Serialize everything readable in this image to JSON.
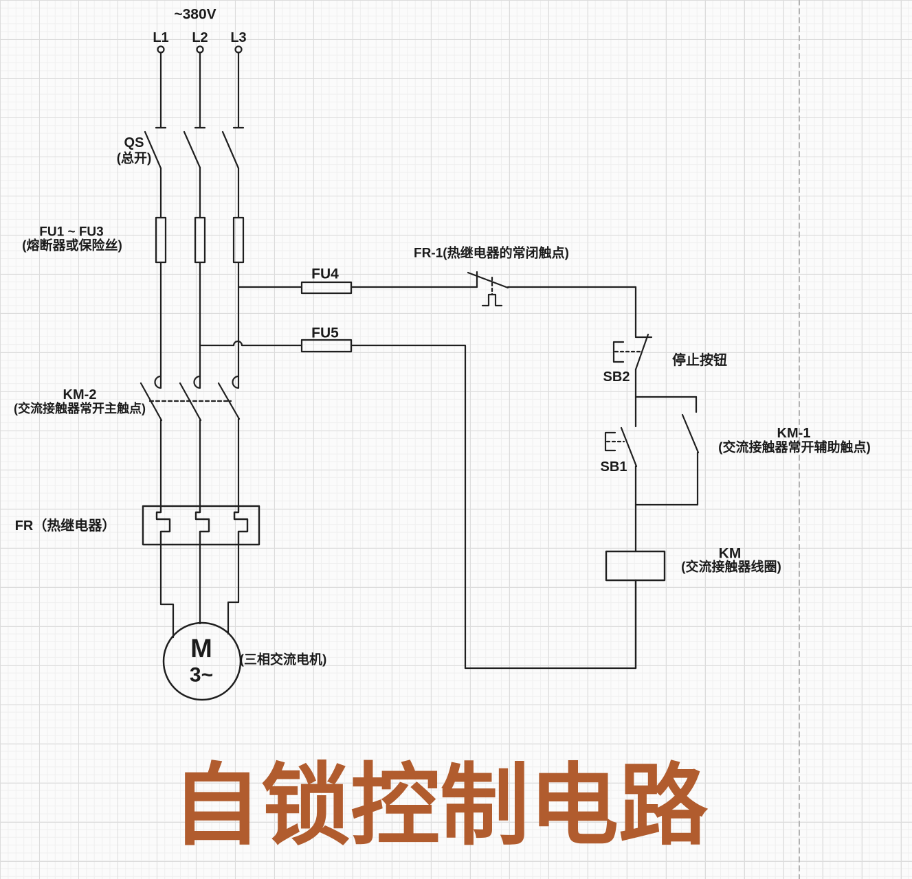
{
  "title": "自锁控制电路",
  "power": {
    "voltage": "~380V",
    "phases": [
      "L1",
      "L2",
      "L3"
    ]
  },
  "components": {
    "qs": {
      "label": "QS",
      "desc": "(总开)"
    },
    "fu_main": {
      "label": "FU1 ~ FU3",
      "desc": "(熔断器或保险丝)"
    },
    "fu4": {
      "label": "FU4"
    },
    "fu5": {
      "label": "FU5"
    },
    "fr1": {
      "label": "FR-1(热继电器的常闭触点)"
    },
    "km2": {
      "label": "KM-2",
      "desc": "(交流接触器常开主触点)"
    },
    "fr": {
      "label": "FR（热继电器）"
    },
    "sb2": {
      "label": "SB2",
      "desc": "停止按钮"
    },
    "sb1": {
      "label": "SB1"
    },
    "km1": {
      "label": "KM-1",
      "desc": "(交流接触器常开辅助触点)"
    },
    "km_coil": {
      "label": "KM",
      "desc": "(交流接触器线圈)"
    },
    "motor": {
      "label": "M",
      "phase": "3~",
      "desc": "(三相交流电机)"
    }
  },
  "colors": {
    "line": "#1f1f1f",
    "title": "#b15c2e",
    "grid_minor": "#efefef",
    "grid_major": "#dcdcdc",
    "divider": "#b3b3b3"
  }
}
